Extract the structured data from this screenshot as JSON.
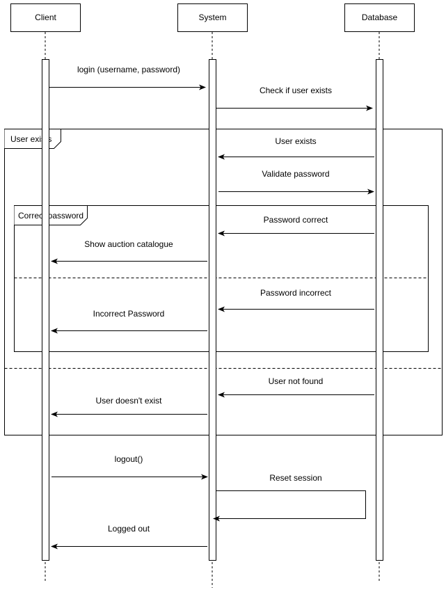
{
  "participants": [
    {
      "id": "client",
      "label": "Client"
    },
    {
      "id": "system",
      "label": "System"
    },
    {
      "id": "database",
      "label": "Database"
    }
  ],
  "fragments": [
    {
      "id": "user-exists",
      "label": "User exists"
    },
    {
      "id": "correct-password",
      "label": "Correct password"
    }
  ],
  "messages": [
    {
      "id": "login",
      "label": "login (username, password)",
      "from": "client",
      "to": "system"
    },
    {
      "id": "check-user",
      "label": "Check if user exists",
      "from": "system",
      "to": "database"
    },
    {
      "id": "user-exists",
      "label": "User exists",
      "from": "database",
      "to": "system"
    },
    {
      "id": "validate-password",
      "label": "Validate password",
      "from": "system",
      "to": "database"
    },
    {
      "id": "password-correct",
      "label": "Password correct",
      "from": "database",
      "to": "system"
    },
    {
      "id": "show-catalogue",
      "label": "Show auction catalogue",
      "from": "system",
      "to": "client"
    },
    {
      "id": "password-incorrect",
      "label": "Password incorrect",
      "from": "database",
      "to": "system"
    },
    {
      "id": "incorrect-password",
      "label": "Incorrect Password",
      "from": "system",
      "to": "client"
    },
    {
      "id": "user-not-found",
      "label": "User not found",
      "from": "database",
      "to": "system"
    },
    {
      "id": "user-doesnt-exist",
      "label": "User doesn't exist",
      "from": "system",
      "to": "client"
    },
    {
      "id": "logout",
      "label": "logout()",
      "from": "client",
      "to": "system"
    },
    {
      "id": "reset-session",
      "label": "Reset session",
      "from": "system",
      "to": "system"
    },
    {
      "id": "logged-out",
      "label": "Logged out",
      "from": "system",
      "to": "client"
    }
  ]
}
